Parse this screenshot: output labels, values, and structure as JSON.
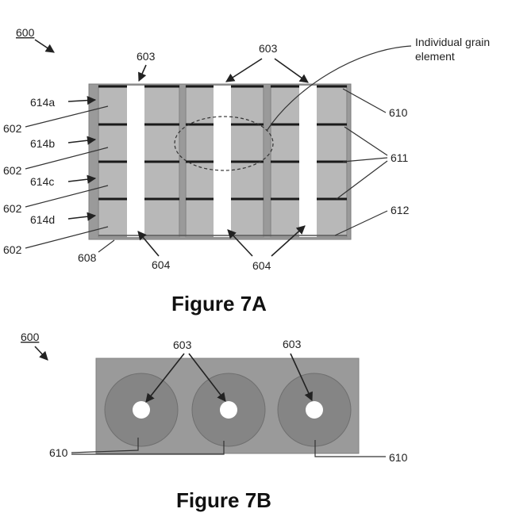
{
  "figure_a": {
    "ref_label": "600",
    "caption": "Figure 7A",
    "labels": {
      "l603a": "603",
      "l603b": "603",
      "grain_element": [
        "Individual grain",
        "element"
      ],
      "l610": "610",
      "l611": "611",
      "l612": "612",
      "l614a": "614a",
      "l614b": "614b",
      "l614c": "614c",
      "l614d": "614d",
      "l602a": "602",
      "l602b": "602",
      "l602c": "602",
      "l602d": "602",
      "l608": "608",
      "l604a": "604",
      "l604b": "604"
    }
  },
  "figure_b": {
    "ref_label": "600",
    "caption": "Figure 7B",
    "labels": {
      "l603a": "603",
      "l603b": "603",
      "l610a": "610",
      "l610b": "610"
    }
  },
  "colors": {
    "grain": "#b8b8b8",
    "grain_border": "#8d8d8d",
    "slot": "#ffffff",
    "block_7b": "#9a9a9a",
    "disc_7b": "#858585"
  }
}
